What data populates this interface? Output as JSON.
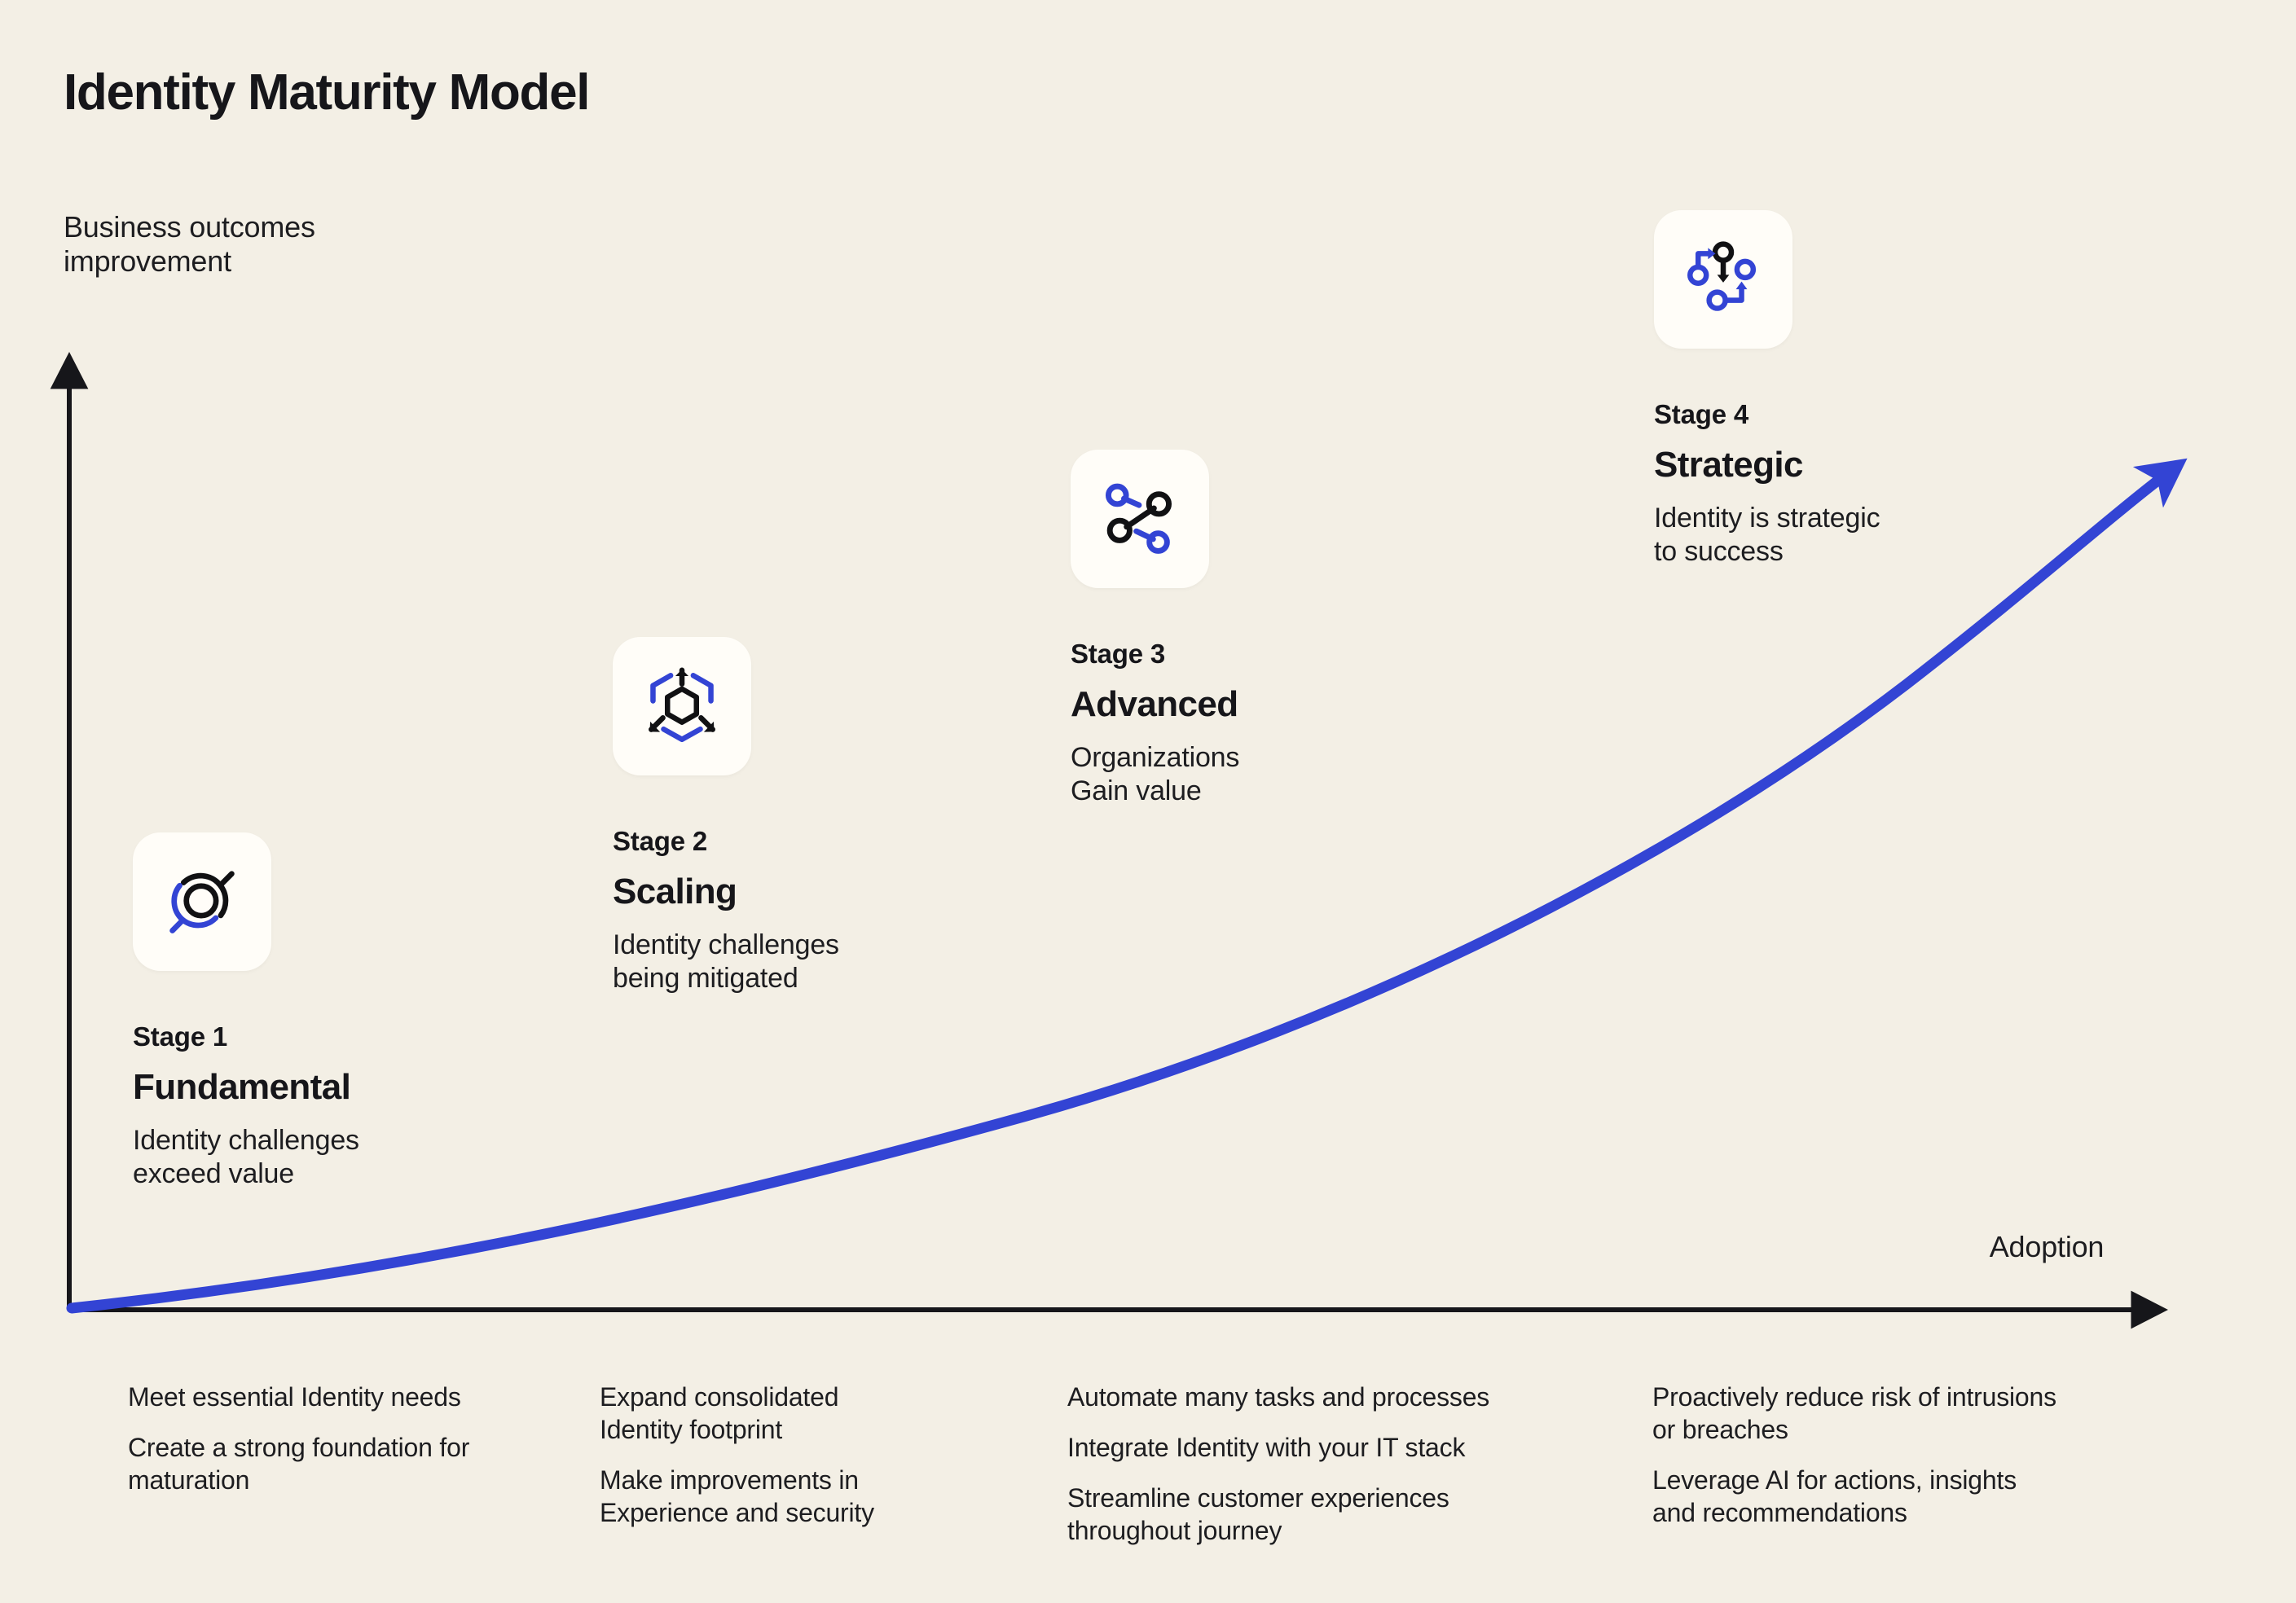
{
  "header": {
    "title": "Identity Maturity Model"
  },
  "axes": {
    "y_label": "Business outcomes\nimprovement",
    "x_label": "Adoption",
    "axis_color": "#16161a",
    "curve_color": "#3344d4"
  },
  "colors": {
    "background": "#f3efe5",
    "tile": "#fffdf8",
    "accent_blue": "#3344d4",
    "ink": "#16161a"
  },
  "chart_data": {
    "type": "line",
    "title": "Identity Maturity Model",
    "xlabel": "Adoption",
    "ylabel": "Business outcomes improvement",
    "grid": false,
    "legend": "none",
    "x": [
      0,
      1,
      2,
      3,
      4,
      5,
      6,
      7,
      8,
      9,
      10
    ],
    "y": [
      0,
      4,
      9,
      15,
      22,
      31,
      41,
      53,
      67,
      83,
      100
    ],
    "annotations": [
      {
        "label": "Stage 1",
        "name": "Fundamental",
        "x": 1.0,
        "y": 4
      },
      {
        "label": "Stage 2",
        "name": "Scaling",
        "x": 3.2,
        "y": 17
      },
      {
        "label": "Stage 3",
        "name": "Advanced",
        "x": 5.5,
        "y": 35
      },
      {
        "label": "Stage 4",
        "name": "Strategic",
        "x": 8.2,
        "y": 72
      }
    ]
  },
  "stages": [
    {
      "icon": "identity-scan-icon",
      "kicker": "Stage 1",
      "name": "Fundamental",
      "desc": "Identity challenges\nexceed value"
    },
    {
      "icon": "hexagon-expand-icon",
      "kicker": "Stage 2",
      "name": "Scaling",
      "desc": "Identity challenges\nbeing mitigated"
    },
    {
      "icon": "share-nodes-icon",
      "kicker": "Stage 3",
      "name": "Advanced",
      "desc": "Organizations\nGain value"
    },
    {
      "icon": "orchestration-flow-icon",
      "kicker": "Stage 4",
      "name": "Strategic",
      "desc": "Identity is strategic\nto success"
    }
  ],
  "bullet_columns": [
    {
      "items": [
        "Meet essential Identity needs",
        "Create a strong foundation for\nmaturation"
      ]
    },
    {
      "items": [
        "Expand consolidated\nIdentity footprint",
        "Make improvements in\nExperience and security"
      ]
    },
    {
      "items": [
        "Automate many tasks and processes",
        "Integrate Identity with your IT stack",
        "Streamline customer experiences\nthroughout journey"
      ]
    },
    {
      "items": [
        "Proactively reduce risk of intrusions\nor breaches",
        "Leverage AI for actions, insights\nand recommendations"
      ]
    }
  ]
}
